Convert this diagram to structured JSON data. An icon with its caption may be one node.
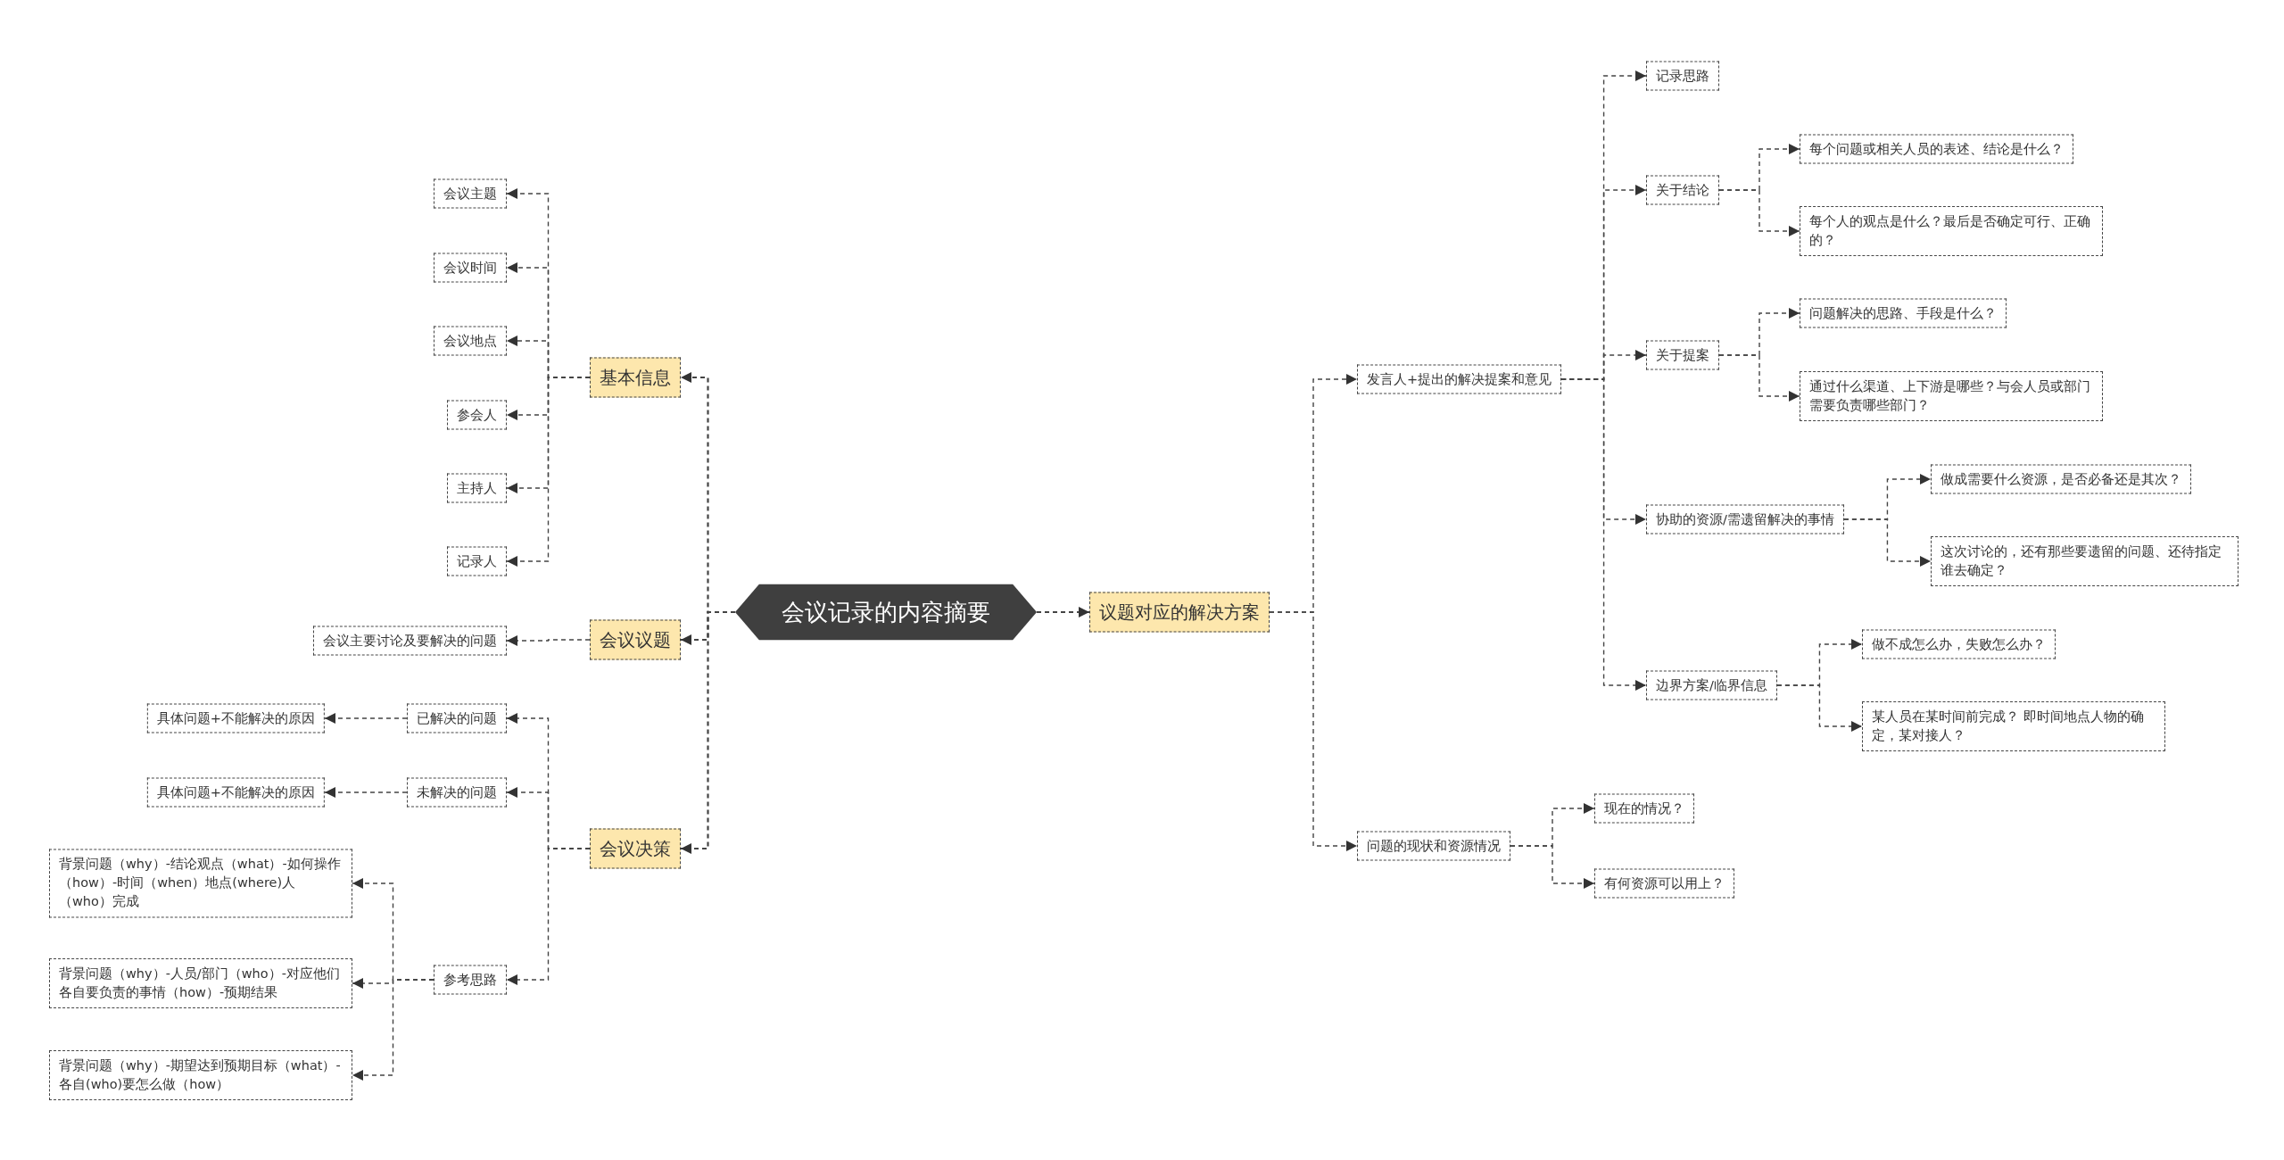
{
  "diagram": {
    "nodes": [
      {
        "text": [
          "会议记录的内容摘要"
        ]
      },
      {
        "text": [
          "基本信息"
        ]
      },
      {
        "text": [
          "会议主题"
        ]
      },
      {
        "text": [
          "会议时间"
        ]
      },
      {
        "text": [
          "会议地点"
        ]
      },
      {
        "text": [
          "参会人"
        ]
      },
      {
        "text": [
          "主持人"
        ]
      },
      {
        "text": [
          "记录人"
        ]
      },
      {
        "text": [
          "会议议题"
        ]
      },
      {
        "text": [
          "会议主要讨论及要解决的问题"
        ]
      },
      {
        "text": [
          "会议决策"
        ]
      },
      {
        "text": [
          "已解决的问题"
        ]
      },
      {
        "text": [
          "具体问题+不能解决的原因"
        ]
      },
      {
        "text": [
          "未解决的问题"
        ]
      },
      {
        "text": [
          "具体问题+不能解决的原因"
        ]
      },
      {
        "text": [
          "参考思路"
        ]
      },
      {
        "text": [
          "背景问题（why）-结论观点（what）-如何操作（how）-时间（when）地点(where)人（who）完成"
        ]
      },
      {
        "text": [
          "背景问题（why）-人员/部门（who）-对应他们各自要负责的事情（how）-预期结果"
        ]
      },
      {
        "text": [
          "背景问题（why）-期望达到预期目标（what）-各自(who)要怎么做（how）"
        ]
      },
      {
        "text": [
          "议题对应的解决方案"
        ]
      },
      {
        "text": [
          "发言人+提出的解决提案和意见"
        ]
      },
      {
        "text": [
          "记录思路"
        ]
      },
      {
        "text": [
          "关于结论"
        ]
      },
      {
        "text": [
          "每个问题或相关人员的表述、结论是什么？"
        ]
      },
      {
        "text": [
          "每个人的观点是什么？最后是否确定可行、正确的？"
        ]
      },
      {
        "text": [
          "关于提案"
        ]
      },
      {
        "text": [
          "问题解决的思路、手段是什么？"
        ]
      },
      {
        "text": [
          "通过什么渠道、上下游是哪些？与会人员或部门需要负责哪些部门？"
        ]
      },
      {
        "text": [
          "协助的资源/需遗留解决的事情"
        ]
      },
      {
        "text": [
          "做成需要什么资源，是否必备还是其次？"
        ]
      },
      {
        "text": [
          "这次讨论的，还有那些要遗留的问题、还待指定谁去确定？"
        ]
      },
      {
        "text": [
          "边界方案/临界信息"
        ]
      },
      {
        "text": [
          "做不成怎么办，失败怎么办？"
        ]
      },
      {
        "text": [
          "某人员在某时间前完成？ 即时间地点人物的确定，某对接人？"
        ]
      },
      {
        "text": [
          "问题的现状和资源情况"
        ]
      },
      {
        "text": [
          "现在的情况？"
        ]
      },
      {
        "text": [
          "有何资源可以用上？"
        ]
      }
    ],
    "edges": [
      {
        "from": 0,
        "to": 1,
        "arrow": "to",
        "style": "dashed"
      },
      {
        "from": 1,
        "to": 2,
        "arrow": "to",
        "style": "dashed"
      },
      {
        "from": 1,
        "to": 3,
        "arrow": "to",
        "style": "dashed"
      },
      {
        "from": 1,
        "to": 4,
        "arrow": "to",
        "style": "dashed"
      },
      {
        "from": 1,
        "to": 5,
        "arrow": "to",
        "style": "dashed"
      },
      {
        "from": 1,
        "to": 6,
        "arrow": "to",
        "style": "dashed"
      },
      {
        "from": 1,
        "to": 7,
        "arrow": "to",
        "style": "dashed"
      },
      {
        "from": 0,
        "to": 8,
        "arrow": "to",
        "style": "dashed"
      },
      {
        "from": 8,
        "to": 9,
        "arrow": "to",
        "style": "dashed"
      },
      {
        "from": 0,
        "to": 10,
        "arrow": "to",
        "style": "dashed"
      },
      {
        "from": 10,
        "to": 11,
        "arrow": "to",
        "style": "dashed"
      },
      {
        "from": 11,
        "to": 12,
        "arrow": "to",
        "style": "dashed"
      },
      {
        "from": 10,
        "to": 13,
        "arrow": "to",
        "style": "dashed"
      },
      {
        "from": 13,
        "to": 14,
        "arrow": "to",
        "style": "dashed"
      },
      {
        "from": 10,
        "to": 15,
        "arrow": "to",
        "style": "dashed"
      },
      {
        "from": 15,
        "to": 16,
        "arrow": "to",
        "style": "dashed"
      },
      {
        "from": 15,
        "to": 17,
        "arrow": "to",
        "style": "dashed"
      },
      {
        "from": 15,
        "to": 18,
        "arrow": "to",
        "style": "dashed"
      },
      {
        "from": 0,
        "to": 19,
        "arrow": "to",
        "style": "dashed"
      },
      {
        "from": 19,
        "to": 20,
        "arrow": "to",
        "style": "dashed"
      },
      {
        "from": 20,
        "to": 21,
        "arrow": "to",
        "style": "dashed"
      },
      {
        "from": 20,
        "to": 22,
        "arrow": "to",
        "style": "dashed"
      },
      {
        "from": 22,
        "to": 23,
        "arrow": "to",
        "style": "dashed"
      },
      {
        "from": 22,
        "to": 24,
        "arrow": "to",
        "style": "dashed"
      },
      {
        "from": 20,
        "to": 25,
        "arrow": "to",
        "style": "dashed"
      },
      {
        "from": 25,
        "to": 26,
        "arrow": "to",
        "style": "dashed"
      },
      {
        "from": 25,
        "to": 27,
        "arrow": "to",
        "style": "dashed"
      },
      {
        "from": 20,
        "to": 28,
        "arrow": "to",
        "style": "dashed"
      },
      {
        "from": 28,
        "to": 29,
        "arrow": "to",
        "style": "dashed"
      },
      {
        "from": 28,
        "to": 30,
        "arrow": "to",
        "style": "dashed"
      },
      {
        "from": 20,
        "to": 31,
        "arrow": "to",
        "style": "dashed"
      },
      {
        "from": 31,
        "to": 32,
        "arrow": "to",
        "style": "dashed"
      },
      {
        "from": 31,
        "to": 33,
        "arrow": "to",
        "style": "dashed"
      },
      {
        "from": 19,
        "to": 34,
        "arrow": "to",
        "style": "dashed"
      },
      {
        "from": 34,
        "to": 35,
        "arrow": "to",
        "style": "dashed"
      },
      {
        "from": 34,
        "to": 36,
        "arrow": "to",
        "style": "dashed"
      }
    ]
  }
}
